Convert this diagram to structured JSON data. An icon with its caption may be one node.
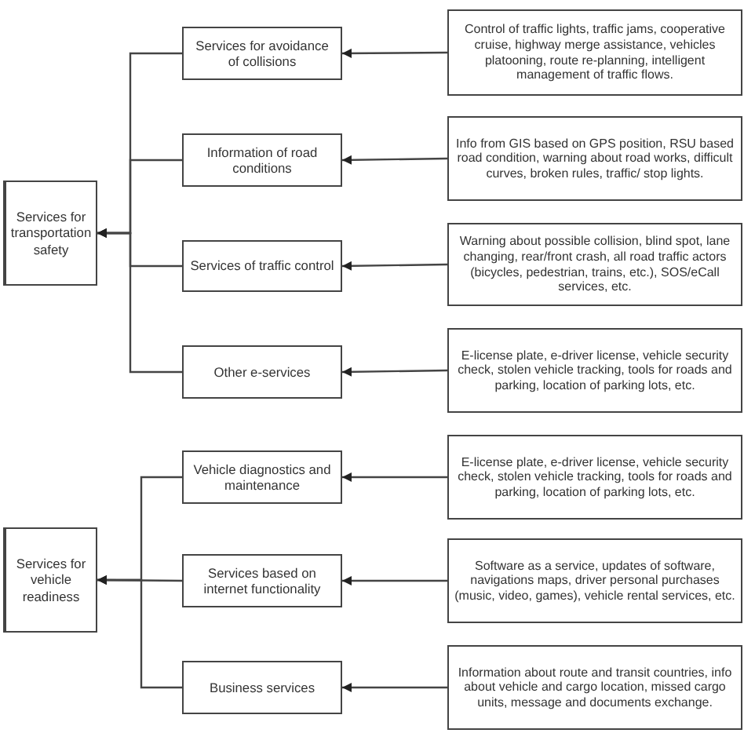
{
  "diagram": {
    "nodes": [
      {
        "text": [
          "Services for transportation safety"
        ]
      },
      {
        "text": [
          "Services for avoidance of collisions"
        ]
      },
      {
        "text": [
          "Control of traffic lights, traffic jams, cooperative cruise, highway merge assistance, vehicles platooning, route re-planning, intelligent management of traffic flows."
        ]
      },
      {
        "text": [
          "Information of road conditions"
        ]
      },
      {
        "text": [
          "Info from GIS based on GPS position, RSU based road condition, warning about road works, difficult curves, broken rules, traffic/ stop lights."
        ]
      },
      {
        "text": [
          "Services of traffic control"
        ]
      },
      {
        "text": [
          "Warning about possible collision, blind spot, lane changing, rear/front crash, all road traffic actors (bicycles, pedestrian, trains, etc.), SOS/eCall services, etc."
        ]
      },
      {
        "text": [
          "Other e-services"
        ]
      },
      {
        "text": [
          "E-license plate, e-driver license, vehicle security check, stolen vehicle tracking, tools for roads and parking, location of parking lots, etc."
        ]
      },
      {
        "text": [
          "Services for vehicle readiness"
        ]
      },
      {
        "text": [
          "Vehicle diagnostics and maintenance"
        ]
      },
      {
        "text": [
          "E-license plate, e-driver license, vehicle security check, stolen vehicle tracking, tools for roads and parking, location of parking lots, etc."
        ]
      },
      {
        "text": [
          "Services based on internet functionality"
        ]
      },
      {
        "text": [
          "Software as a service, updates of software, navigations maps, driver personal purchases (music, video, games), vehicle rental services, etc."
        ]
      },
      {
        "text": [
          "Business services"
        ]
      },
      {
        "text": [
          "Information about route and transit countries, info about vehicle and cargo location, missed cargo units, message and documents exchange."
        ]
      }
    ],
    "edges": [
      {
        "from": 2,
        "to": 1,
        "arrow": "to"
      },
      {
        "from": 4,
        "to": 3,
        "arrow": "to"
      },
      {
        "from": 6,
        "to": 5,
        "arrow": "to"
      },
      {
        "from": 8,
        "to": 7,
        "arrow": "to"
      },
      {
        "from": 1,
        "to": 0,
        "arrow": "to"
      },
      {
        "from": 3,
        "to": 0,
        "arrow": "to"
      },
      {
        "from": 5,
        "to": 0,
        "arrow": "to"
      },
      {
        "from": 7,
        "to": 0,
        "arrow": "to"
      },
      {
        "from": 11,
        "to": 10,
        "arrow": "to"
      },
      {
        "from": 13,
        "to": 12,
        "arrow": "to"
      },
      {
        "from": 15,
        "to": 14,
        "arrow": "to"
      },
      {
        "from": 10,
        "to": 9,
        "arrow": "to"
      },
      {
        "from": 12,
        "to": 9,
        "arrow": "to"
      },
      {
        "from": 14,
        "to": 9,
        "arrow": "to"
      }
    ]
  }
}
